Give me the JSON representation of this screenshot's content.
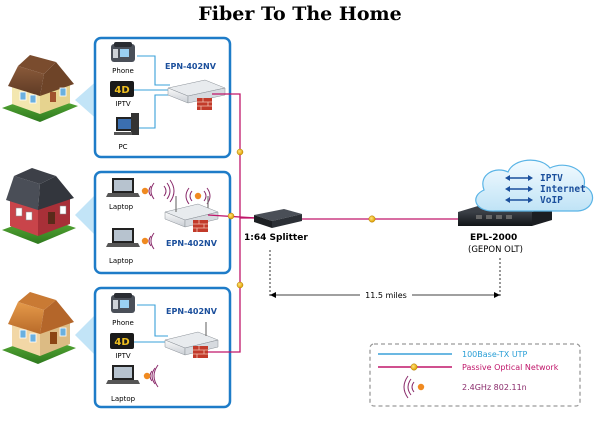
{
  "title": "Fiber To The Home",
  "houses": [
    {
      "model": "EPN-402NV",
      "devices": [
        "Phone",
        "IPTV",
        "PC"
      ]
    },
    {
      "model": "EPN-402NV",
      "devices": [
        "Laptop",
        "Laptop"
      ]
    },
    {
      "model": "EPN-402NV",
      "devices": [
        "Phone",
        "IPTV",
        "Laptop"
      ]
    }
  ],
  "iptv_badge": "4D",
  "splitter_label": "1:64 Splitter",
  "olt": {
    "name": "EPL-2000",
    "subtitle": "(GEPON OLT)"
  },
  "cloud_items": [
    "IPTV",
    "Internet",
    "VoIP"
  ],
  "distance": "11.5 miles",
  "legend": {
    "items": [
      {
        "label": "100Base-TX UTP",
        "color": "#2a9fd6"
      },
      {
        "label": "Passive Optical Network",
        "color": "#c0166a"
      },
      {
        "label": "2.4GHz 802.11n",
        "color": "#8a2b6b"
      }
    ]
  },
  "colors": {
    "utp": "#3aa0d8",
    "pon": "#c0166a",
    "panel_border": "#1e7cc8",
    "brand_blue": "#1b4f9c"
  }
}
